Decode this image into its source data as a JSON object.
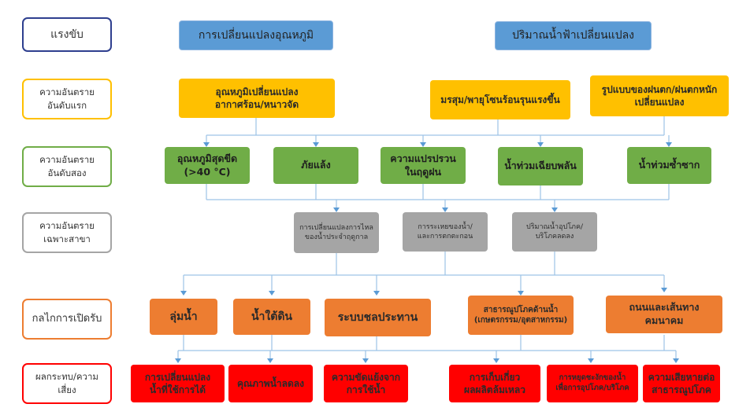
{
  "levels": {
    "driver": "แรงขับ",
    "primary": "ความอันตราย\nอันดับแรก",
    "secondary": "ความอันตราย\nอันดับสอง",
    "sector": "ความอันตราย\nเฉพาะสาขา",
    "exposure": "กลไกการเปิดรับ",
    "impact": "ผลกระทบ/ความ\nเสี่ยง"
  },
  "drivers": {
    "temp_change": "การเปลี่ยนแปลงอุณหภูมิ",
    "precip_change": "ปริมาณน้ำฟ้าเปลี่ยนแปลง"
  },
  "primary_hazards": {
    "temp_extremes": "อุณหภูมิเปลี่ยนแปลง\nอากาศร้อน/หนาวจัด",
    "storms": "มรสุม/พายุโซนร้อนรุนแรงขึ้น",
    "rain_pattern": "รูปแบบของฝนตก/ฝนตกหนัก\nเปลี่ยนแปลง"
  },
  "secondary_hazards": {
    "extreme_temp": "อุณหภูมิสุดขีด\n(>40 °C)",
    "drought": "ภัยแล้ง",
    "seasonal_variability": "ความแปรปรวน\nในฤดูฝน",
    "flash_flood": "น้ำท่วมเฉียบพลัน",
    "repeated_flood": "น้ำท่วมซ้ำซาก"
  },
  "sector_hazards": {
    "flow_change": "การเปลี่ยนแปลงการไหล\nของน้ำประจำฤดูกาล",
    "evaporation": "การระเหยของน้ำ/\nและการตกตะกอน",
    "consumption": "ปริมาณน้ำอุปโภค/\nบริโภคลดลง"
  },
  "exposure": {
    "basin": "ลุ่มน้ำ",
    "groundwater": "น้ำใต้ดิน",
    "irrigation": "ระบบชลประทาน",
    "utilities": "สาธารณูปโภคด้านน้ำ\n(เกษตรกรรม/อุตสาหกรรม)",
    "roads": "ถนนและเส้นทาง\nคมนาคม"
  },
  "impacts": {
    "usable_water": "การเปลี่ยนแปลง\nน้ำที่ใช้การได้",
    "water_quality": "คุณภาพน้ำลดลง",
    "water_conflict": "ความขัดแย้งจาก\nการใช้น้ำ",
    "crop_loss": "การเก็บเกี่ยว\nผลผลิตล้มเหลว",
    "supply_disruption": "การหยุดชะงักของน้ำ\nเพื่อการอุปโภค/บริโภค",
    "utility_damage": "ความเสียหายต่อ\nสาธารณูปโภค"
  },
  "colors": {
    "driver_blue": "#5b9bd5",
    "primary_yellow": "#ffc000",
    "secondary_green": "#70ad47",
    "sector_gray": "#a5a5a5",
    "exposure_orange": "#ed7d31",
    "impact_red": "#ff0000",
    "connector": "#9dc3e6"
  }
}
